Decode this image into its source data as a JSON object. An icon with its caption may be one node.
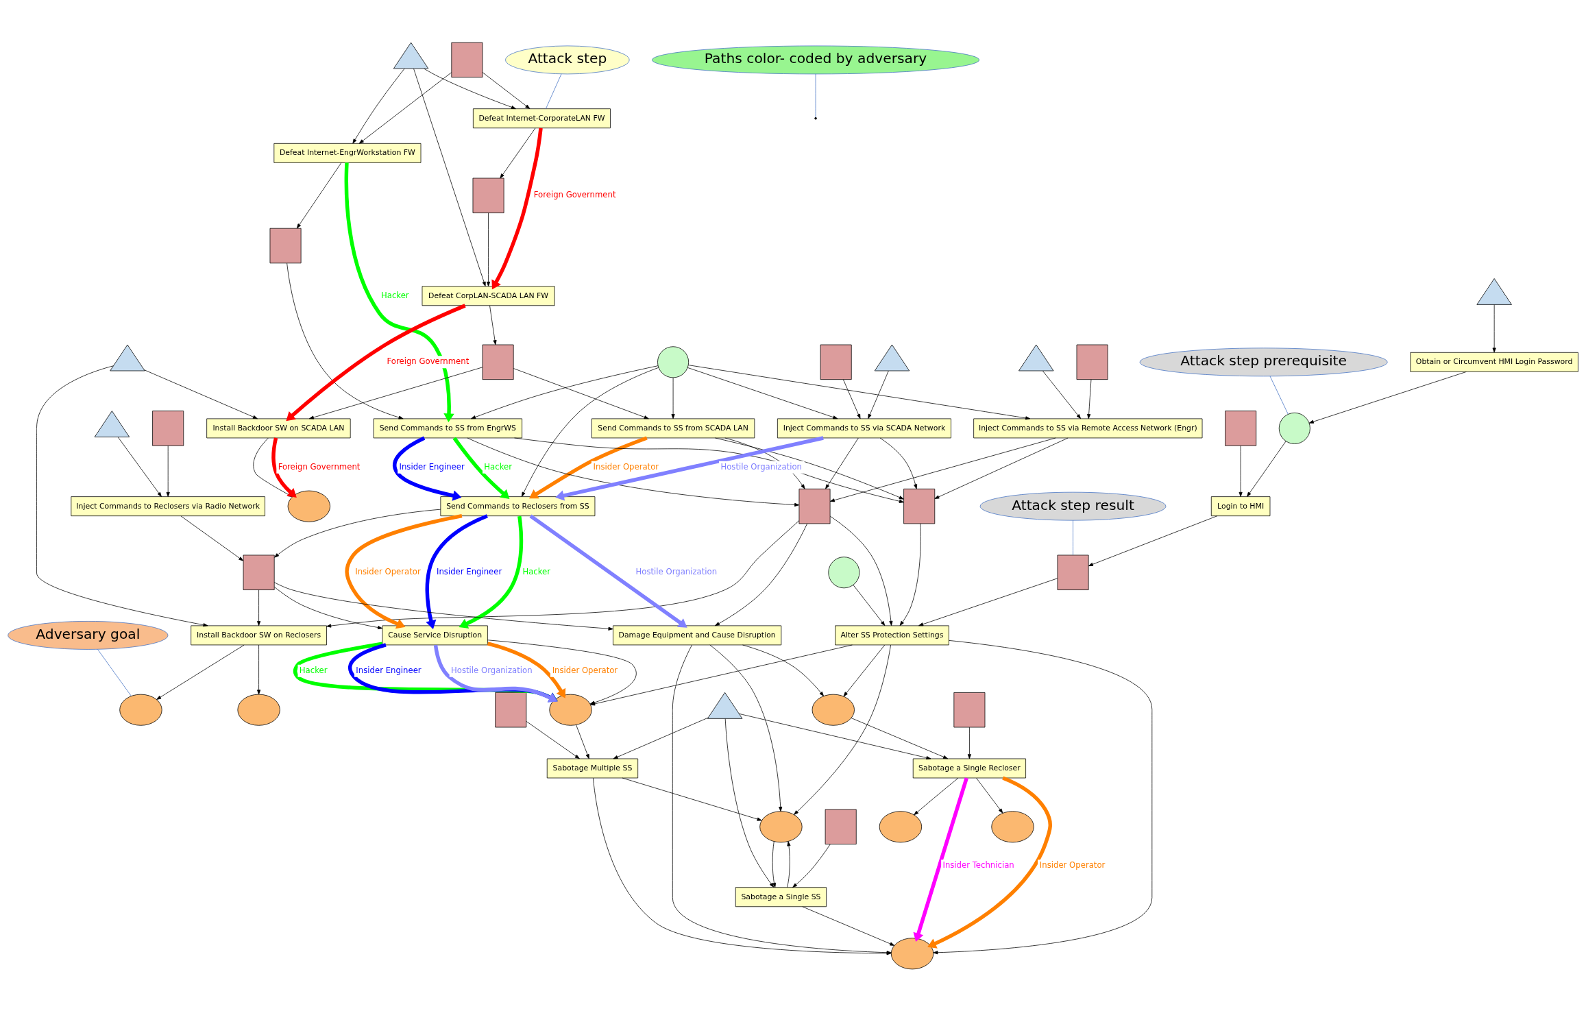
{
  "diagram": {
    "nodes": [
      {
        "text": [
          "Attack step"
        ]
      },
      {
        "text": [],
        "shape": "box"
      },
      {
        "text": [],
        "shape": "triangle"
      },
      {
        "text": [
          "Defeat Internet-CorporateLAN FW"
        ]
      },
      {
        "text": [
          "Defeat Internet-EngrWorkstation FW"
        ]
      },
      {
        "text": [
          "Paths color- coded by adversary"
        ]
      },
      {
        "text": [],
        "shape": "triangle"
      },
      {
        "text": [
          "Obtain or Circumvent HMI Login Password"
        ]
      },
      {
        "text": [],
        "shape": "box"
      },
      {
        "text": [],
        "shape": "box"
      },
      {
        "text": [
          "Defeat CorpLAN-SCADA LAN FW"
        ]
      },
      {
        "text": [],
        "shape": "circle"
      },
      {
        "text": [],
        "shape": "box"
      },
      {
        "text": [],
        "shape": "triangle"
      },
      {
        "text": [],
        "shape": "box"
      },
      {
        "text": [],
        "shape": "triangle"
      },
      {
        "text": [],
        "shape": "box"
      },
      {
        "text": [],
        "shape": "triangle"
      },
      {
        "text": [],
        "shape": "box"
      },
      {
        "text": [],
        "shape": "circle"
      },
      {
        "text": [
          "Attack step prerequisite"
        ]
      },
      {
        "text": [
          "Install Backdoor SW on SCADA LAN"
        ]
      },
      {
        "text": [
          "Send Commands to SS from SCADA LAN"
        ]
      },
      {
        "text": [
          "Send Commands to SS from EngrWS"
        ]
      },
      {
        "text": [
          "Inject Commands to SS via SCADA Network"
        ]
      },
      {
        "text": [
          "Inject Commands to SS via Remote Access Network (Engr)"
        ]
      },
      {
        "text": [
          "Login to HMI"
        ]
      },
      {
        "text": [],
        "shape": "ellipse"
      },
      {
        "text": [],
        "shape": "box"
      },
      {
        "text": [],
        "shape": "box"
      },
      {
        "text": [],
        "shape": "box"
      },
      {
        "text": [],
        "shape": "circle"
      },
      {
        "text": [],
        "shape": "box"
      },
      {
        "text": [
          "Attack step result"
        ]
      },
      {
        "text": [],
        "shape": "triangle"
      },
      {
        "text": [
          "Inject Commands to Reclosers via Radio Network"
        ]
      },
      {
        "text": [
          "Send Commands to Reclosers from SS"
        ]
      },
      {
        "text": [
          "Alter SS Protection Settings"
        ]
      },
      {
        "text": [],
        "shape": "triangle"
      },
      {
        "text": [
          "Adversary goal"
        ]
      },
      {
        "text": [],
        "shape": "box"
      },
      {
        "text": [],
        "shape": "box"
      },
      {
        "text": [],
        "shape": "box"
      },
      {
        "text": [],
        "shape": "box"
      },
      {
        "text": [
          "Sabotage Multiple SS"
        ]
      },
      {
        "text": [
          "Sabotage a Single SS"
        ]
      },
      {
        "text": [
          "Sabotage a Single Recloser"
        ]
      },
      {
        "text": [
          "Install Backdoor SW on Reclosers"
        ]
      },
      {
        "text": [
          "Cause Service Disruption"
        ]
      },
      {
        "text": [
          "Damage Equipment and Cause Disruption"
        ]
      },
      {
        "text": [],
        "shape": "ellipse"
      },
      {
        "text": [],
        "shape": "ellipse"
      },
      {
        "text": [],
        "shape": "ellipse"
      },
      {
        "text": [],
        "shape": "ellipse"
      },
      {
        "text": [],
        "shape": "ellipse"
      },
      {
        "text": [],
        "shape": "ellipse"
      },
      {
        "text": [],
        "shape": "ellipse"
      },
      {
        "text": [],
        "shape": "ellipse"
      }
    ],
    "edges": [
      {
        "from": 0,
        "to": 3,
        "arrow": "none",
        "color": "#4472c4"
      },
      {
        "from": 1,
        "to": 3,
        "arrow": "to"
      },
      {
        "from": 1,
        "to": 4,
        "arrow": "to"
      },
      {
        "from": 2,
        "to": 3,
        "arrow": "to"
      },
      {
        "from": 2,
        "to": 4,
        "arrow": "to"
      },
      {
        "from": 2,
        "to": 10,
        "arrow": "to"
      },
      {
        "from": 5,
        "to": null,
        "arrow": "none",
        "color": "#4472c4"
      },
      {
        "from": 6,
        "to": 7,
        "arrow": "to"
      },
      {
        "from": 3,
        "to": 8,
        "arrow": "to"
      },
      {
        "from": 8,
        "to": 10,
        "arrow": "to"
      },
      {
        "from": 3,
        "to": 10,
        "arrow": "to",
        "label": "Foreign Government",
        "style": "thick",
        "color": "#ff0000"
      },
      {
        "from": 4,
        "to": 9,
        "arrow": "to"
      },
      {
        "from": 9,
        "to": 23,
        "arrow": "to"
      },
      {
        "from": 4,
        "to": 23,
        "arrow": "to",
        "label": "Hacker",
        "style": "thick",
        "color": "#00ff00"
      },
      {
        "from": 7,
        "to": 19,
        "arrow": "to"
      },
      {
        "from": 10,
        "to": 12,
        "arrow": "to"
      },
      {
        "from": 12,
        "to": 21,
        "arrow": "to"
      },
      {
        "from": 10,
        "to": 21,
        "arrow": "to",
        "label": "Foreign Government",
        "style": "thick",
        "color": "#ff0000"
      },
      {
        "from": 12,
        "to": 22,
        "arrow": "to"
      },
      {
        "from": 13,
        "to": 21,
        "arrow": "to"
      },
      {
        "from": 13,
        "to": 47,
        "arrow": "to"
      },
      {
        "from": 11,
        "to": 22,
        "arrow": "to"
      },
      {
        "from": 11,
        "to": 23,
        "arrow": "to"
      },
      {
        "from": 11,
        "to": 24,
        "arrow": "to"
      },
      {
        "from": 11,
        "to": 25,
        "arrow": "to"
      },
      {
        "from": 11,
        "to": 36,
        "arrow": "to"
      },
      {
        "from": 14,
        "to": 24,
        "arrow": "to"
      },
      {
        "from": 15,
        "to": 24,
        "arrow": "to"
      },
      {
        "from": 16,
        "to": 25,
        "arrow": "to"
      },
      {
        "from": 17,
        "to": 25,
        "arrow": "to"
      },
      {
        "from": 18,
        "to": 26,
        "arrow": "to"
      },
      {
        "from": 19,
        "to": 26,
        "arrow": "to"
      },
      {
        "from": 20,
        "to": 19,
        "arrow": "none",
        "color": "#4472c4"
      },
      {
        "from": 21,
        "to": 27,
        "arrow": "to"
      },
      {
        "from": 21,
        "to": 27,
        "arrow": "to",
        "label": "Foreign Government",
        "style": "thick",
        "color": "#ff0000"
      },
      {
        "from": 22,
        "to": 29,
        "arrow": "to"
      },
      {
        "from": 22,
        "to": 30,
        "arrow": "to"
      },
      {
        "from": 22,
        "to": 36,
        "arrow": "to",
        "label": "Insider Operator",
        "style": "thick",
        "color": "#ff8000"
      },
      {
        "from": 23,
        "to": 29,
        "arrow": "to"
      },
      {
        "from": 23,
        "to": 30,
        "arrow": "to"
      },
      {
        "from": 23,
        "to": 36,
        "arrow": "to",
        "label": "Hacker",
        "style": "thick",
        "color": "#00ff00"
      },
      {
        "from": 23,
        "to": 36,
        "arrow": "to",
        "label": "Insider Engineer",
        "style": "thick",
        "color": "#0000ff"
      },
      {
        "from": 24,
        "to": 29,
        "arrow": "to"
      },
      {
        "from": 24,
        "to": 30,
        "arrow": "to"
      },
      {
        "from": 24,
        "to": 36,
        "arrow": "to",
        "label": "Hostile Organization",
        "style": "thick",
        "color": "#8080ff"
      },
      {
        "from": 25,
        "to": 29,
        "arrow": "to"
      },
      {
        "from": 25,
        "to": 30,
        "arrow": "to"
      },
      {
        "from": 26,
        "to": 32,
        "arrow": "to"
      },
      {
        "from": 33,
        "to": 32,
        "arrow": "none",
        "color": "#4472c4"
      },
      {
        "from": 28,
        "to": 35,
        "arrow": "to"
      },
      {
        "from": 34,
        "to": 35,
        "arrow": "to"
      },
      {
        "from": 29,
        "to": 37,
        "arrow": "to"
      },
      {
        "from": 30,
        "to": 37,
        "arrow": "to"
      },
      {
        "from": 30,
        "to": 47,
        "arrow": "to"
      },
      {
        "from": 30,
        "to": 49,
        "arrow": "to"
      },
      {
        "from": 31,
        "to": 37,
        "arrow": "to"
      },
      {
        "from": 32,
        "to": 37,
        "arrow": "to"
      },
      {
        "from": 35,
        "to": 40,
        "arrow": "to"
      },
      {
        "from": 36,
        "to": 40,
        "arrow": "to"
      },
      {
        "from": 40,
        "to": 47,
        "arrow": "to"
      },
      {
        "from": 40,
        "to": 48,
        "arrow": "to"
      },
      {
        "from": 40,
        "to": 49,
        "arrow": "to"
      },
      {
        "from": 36,
        "to": 48,
        "arrow": "to",
        "label": "Hacker",
        "style": "thick",
        "color": "#00ff00"
      },
      {
        "from": 36,
        "to": 48,
        "arrow": "to",
        "label": "Insider Engineer",
        "style": "thick",
        "color": "#0000ff"
      },
      {
        "from": 36,
        "to": 48,
        "arrow": "to",
        "label": "Insider Operator",
        "style": "thick",
        "color": "#ff8000"
      },
      {
        "from": 36,
        "to": 49,
        "arrow": "to",
        "label": "Hostile Organization",
        "style": "thick",
        "color": "#8080ff"
      },
      {
        "from": 38,
        "to": 44,
        "arrow": "to"
      },
      {
        "from": 38,
        "to": 45,
        "arrow": "to"
      },
      {
        "from": 38,
        "to": 46,
        "arrow": "to"
      },
      {
        "from": 41,
        "to": 44,
        "arrow": "to"
      },
      {
        "from": 42,
        "to": 45,
        "arrow": "to"
      },
      {
        "from": 43,
        "to": 46,
        "arrow": "to"
      },
      {
        "from": 39,
        "to": 50,
        "arrow": "none",
        "color": "#4472c4"
      },
      {
        "from": 47,
        "to": 50,
        "arrow": "to"
      },
      {
        "from": 47,
        "to": 51,
        "arrow": "to"
      },
      {
        "from": 48,
        "to": 52,
        "arrow": "to"
      },
      {
        "from": 48,
        "to": 52,
        "arrow": "to",
        "label": "Hacker",
        "style": "thick",
        "color": "#00ff00"
      },
      {
        "from": 48,
        "to": 52,
        "arrow": "to",
        "label": "Insider Engineer",
        "style": "thick",
        "color": "#0000ff"
      },
      {
        "from": 48,
        "to": 52,
        "arrow": "to",
        "label": "Hostile Organization",
        "style": "thick",
        "color": "#8080ff"
      },
      {
        "from": 48,
        "to": 52,
        "arrow": "to",
        "label": "Insider Operator",
        "style": "thick",
        "color": "#ff8000"
      },
      {
        "from": 37,
        "to": 52,
        "arrow": "to"
      },
      {
        "from": 37,
        "to": 53,
        "arrow": "to"
      },
      {
        "from": 37,
        "to": 54,
        "arrow": "to"
      },
      {
        "from": 37,
        "to": 55,
        "arrow": "to"
      },
      {
        "from": 49,
        "to": 53,
        "arrow": "to"
      },
      {
        "from": 49,
        "to": 54,
        "arrow": "to"
      },
      {
        "from": 49,
        "to": 55,
        "arrow": "to"
      },
      {
        "from": 44,
        "to": 53,
        "arrow": "to"
      },
      {
        "from": 44,
        "to": 55,
        "arrow": "to"
      },
      {
        "from": 45,
        "to": 53,
        "arrow": "to"
      },
      {
        "from": 45,
        "to": 55,
        "arrow": "to"
      },
      {
        "from": 52,
        "to": 44,
        "arrow": "to"
      },
      {
        "from": 53,
        "to": 45,
        "arrow": "to"
      },
      {
        "from": 54,
        "to": 46,
        "arrow": "to"
      },
      {
        "from": 46,
        "to": 56,
        "arrow": "to"
      },
      {
        "from": 46,
        "to": 57,
        "arrow": "to"
      },
      {
        "from": 46,
        "to": 55,
        "arrow": "to",
        "label": "Insider Technician",
        "style": "thick",
        "color": "#ff00ff"
      },
      {
        "from": 46,
        "to": 55,
        "arrow": "to",
        "label": "Insider Operator",
        "style": "thick",
        "color": "#ff8000"
      }
    ]
  }
}
